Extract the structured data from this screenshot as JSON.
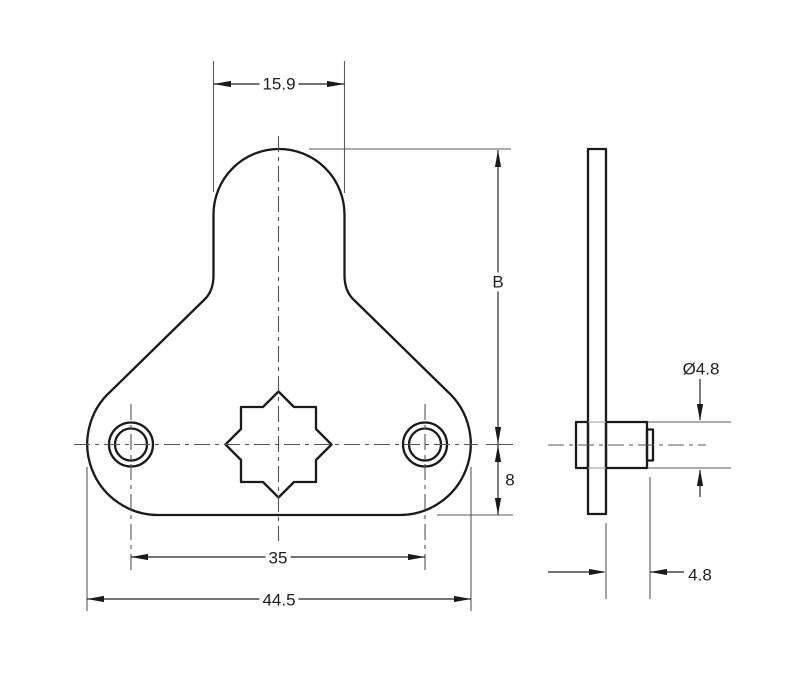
{
  "drawing": {
    "dimensions": {
      "tab_width": "15.9",
      "overall_height": "B",
      "center_to_base": "8",
      "hole_spacing": "35",
      "overall_width": "44.5",
      "boss_diameter": "Ø4.8",
      "boss_length": "4.8"
    },
    "colors": {
      "background": "#ffffff",
      "outline": "#1a1a1a",
      "dimension_lines": "#222222",
      "centerlines": "#555555"
    }
  }
}
